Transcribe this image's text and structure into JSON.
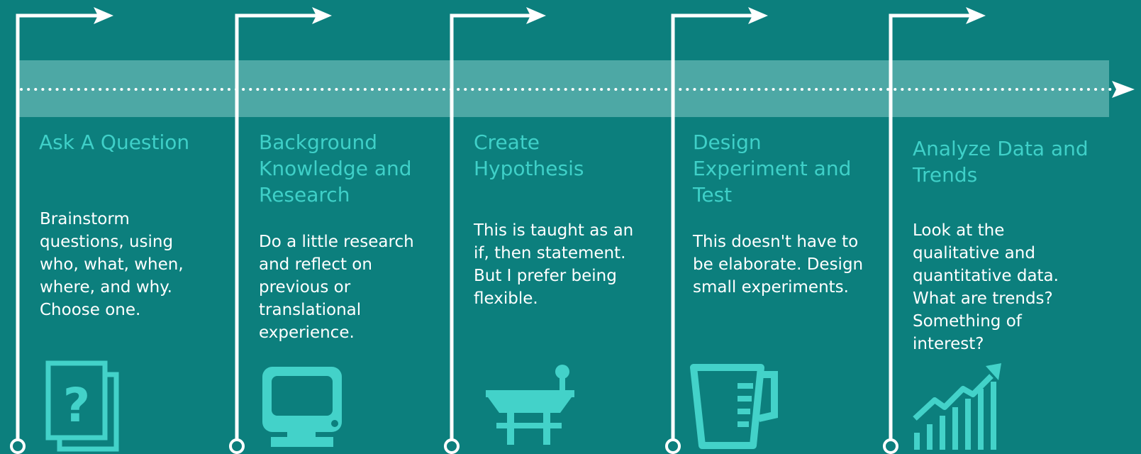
{
  "colors": {
    "background": "#0c7f7d",
    "band": "#4da8a5",
    "line": "#ffffff",
    "title": "#3fd0c8",
    "icon": "#43d2c9",
    "text": "#ffffff"
  },
  "steps": [
    {
      "title": "Ask A Question",
      "description": "Brainstorm questions, using who, what, when, where, and why. Choose one.",
      "icon": "question-document-icon"
    },
    {
      "title": "Background Knowledge and Research",
      "description": "Do a little research and reflect on previous or translational experience.",
      "icon": "computer-monitor-icon"
    },
    {
      "title": "Create Hypothesis",
      "description": "This is taught as an if, then statement. But I prefer being flexible.",
      "icon": "lab-desk-icon"
    },
    {
      "title": "Design Experiment and Test",
      "description": "This doesn't have to be elaborate. Design small experiments.",
      "icon": "measuring-jug-icon"
    },
    {
      "title": "Analyze Data and Trends",
      "description": "Look at the qualitative and quantitative data. What are trends? Something of interest?",
      "icon": "growth-chart-icon"
    }
  ]
}
